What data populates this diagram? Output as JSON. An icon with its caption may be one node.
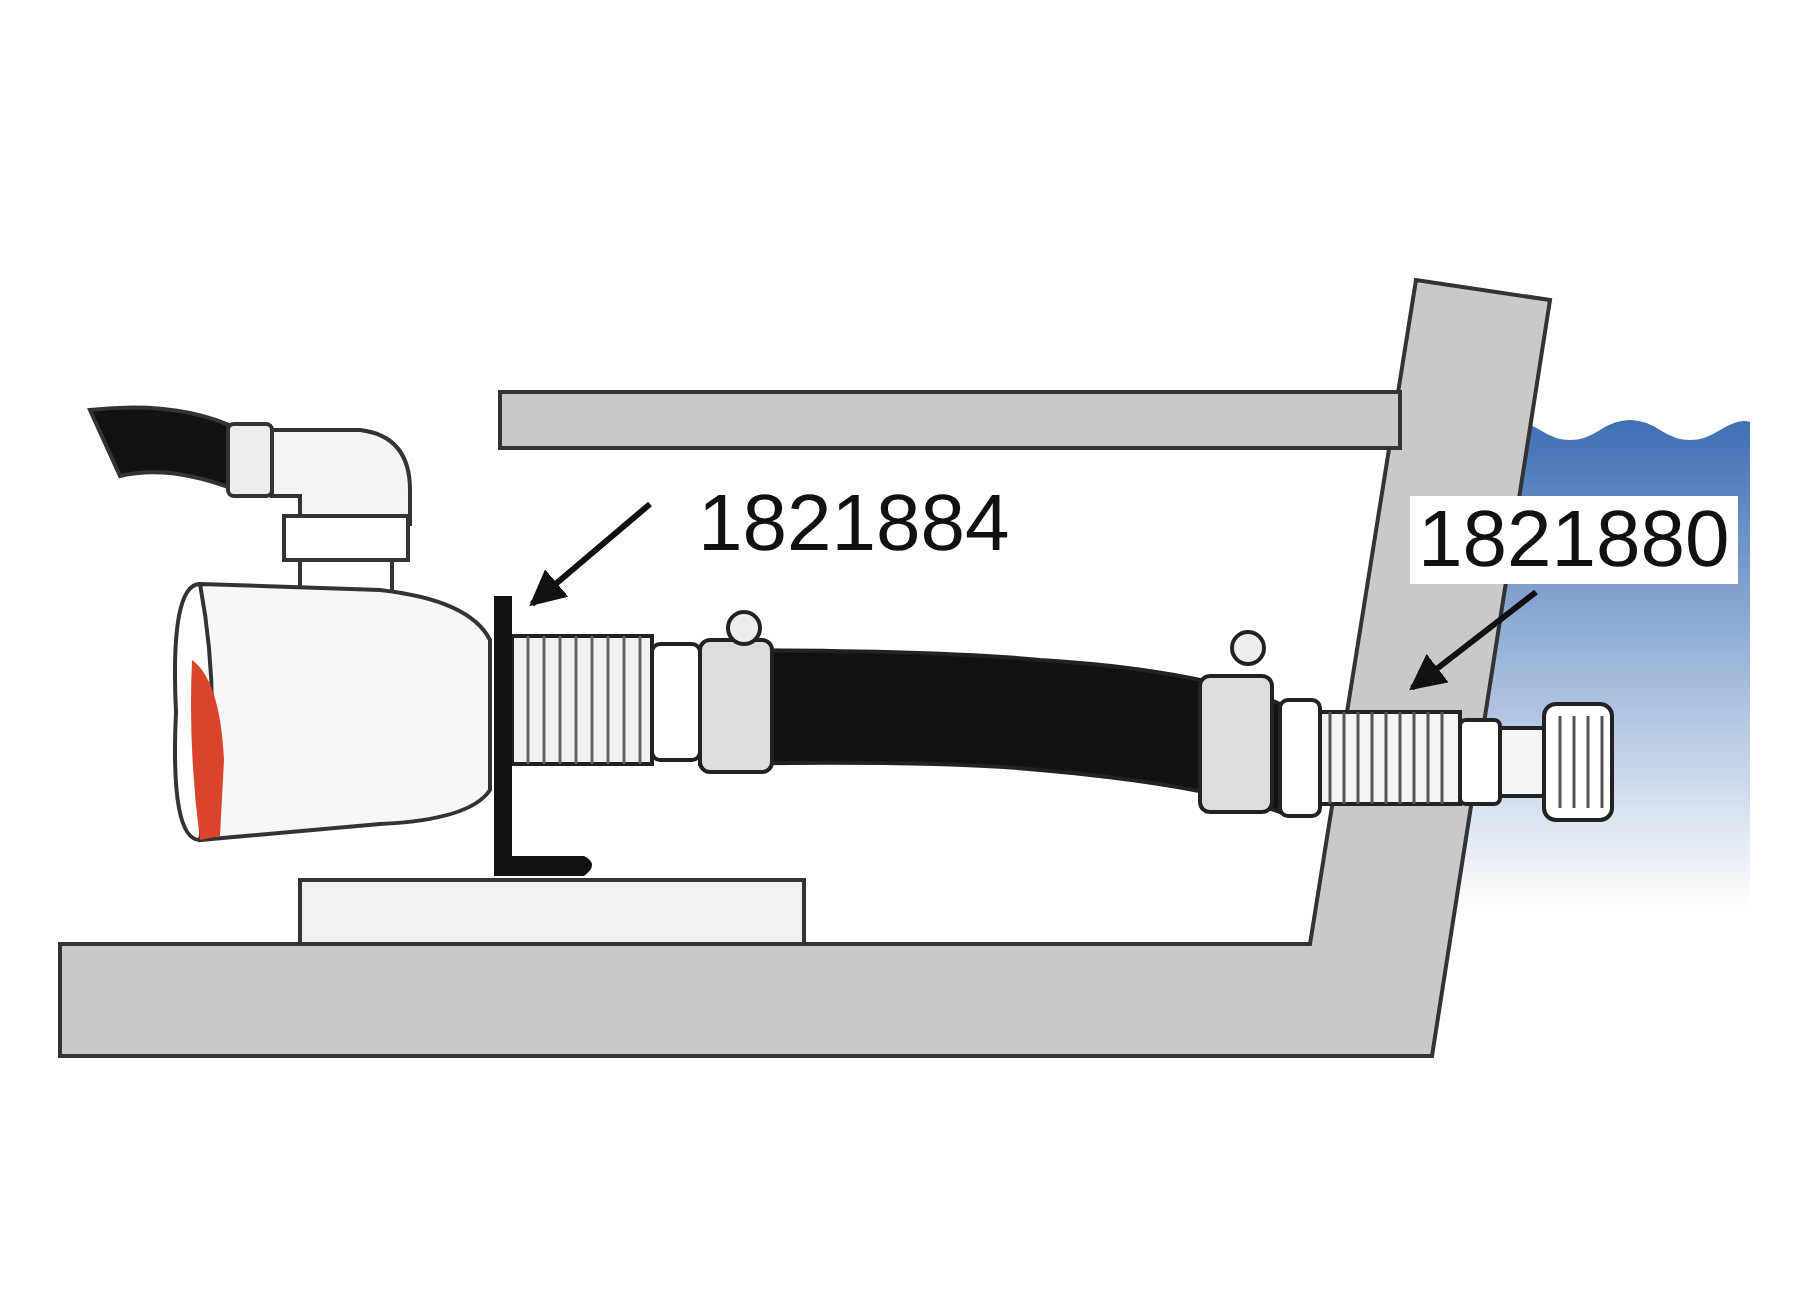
{
  "diagram": {
    "nodes": [
      {
        "text": [
          "1821884"
        ]
      },
      {
        "text": [],
        "shape": "picture"
      },
      {
        "text": [
          "1821880"
        ]
      },
      {
        "text": [],
        "shape": "picture"
      }
    ],
    "edges": [
      {
        "from": 0,
        "to": 1,
        "arrow": "to"
      },
      {
        "from": 2,
        "to": 3,
        "arrow": "to"
      }
    ]
  }
}
